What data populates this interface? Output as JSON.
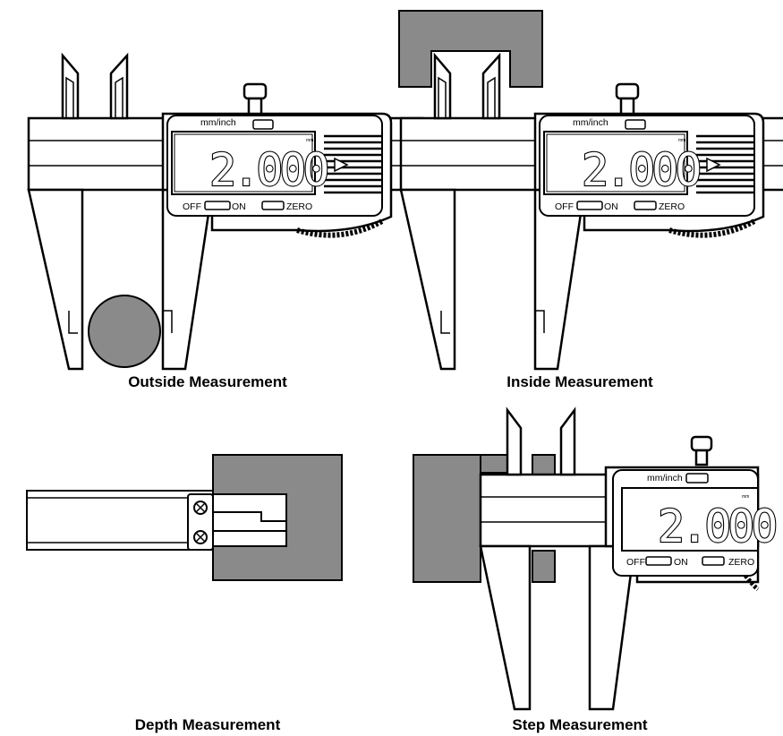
{
  "caliper": {
    "mode_label": "mm/inch",
    "off_label": "OFF",
    "on_label": "ON",
    "zero_label": "ZERO",
    "unit_label": "mm",
    "reading": "2.000"
  },
  "captions": {
    "outside": "Outside Measurement",
    "inside": "Inside Measurement",
    "depth": "Depth Measurement",
    "step": "Step Measurement"
  },
  "colors": {
    "workpiece": "#8a8a8a",
    "outline": "#000000",
    "background": "#ffffff"
  }
}
